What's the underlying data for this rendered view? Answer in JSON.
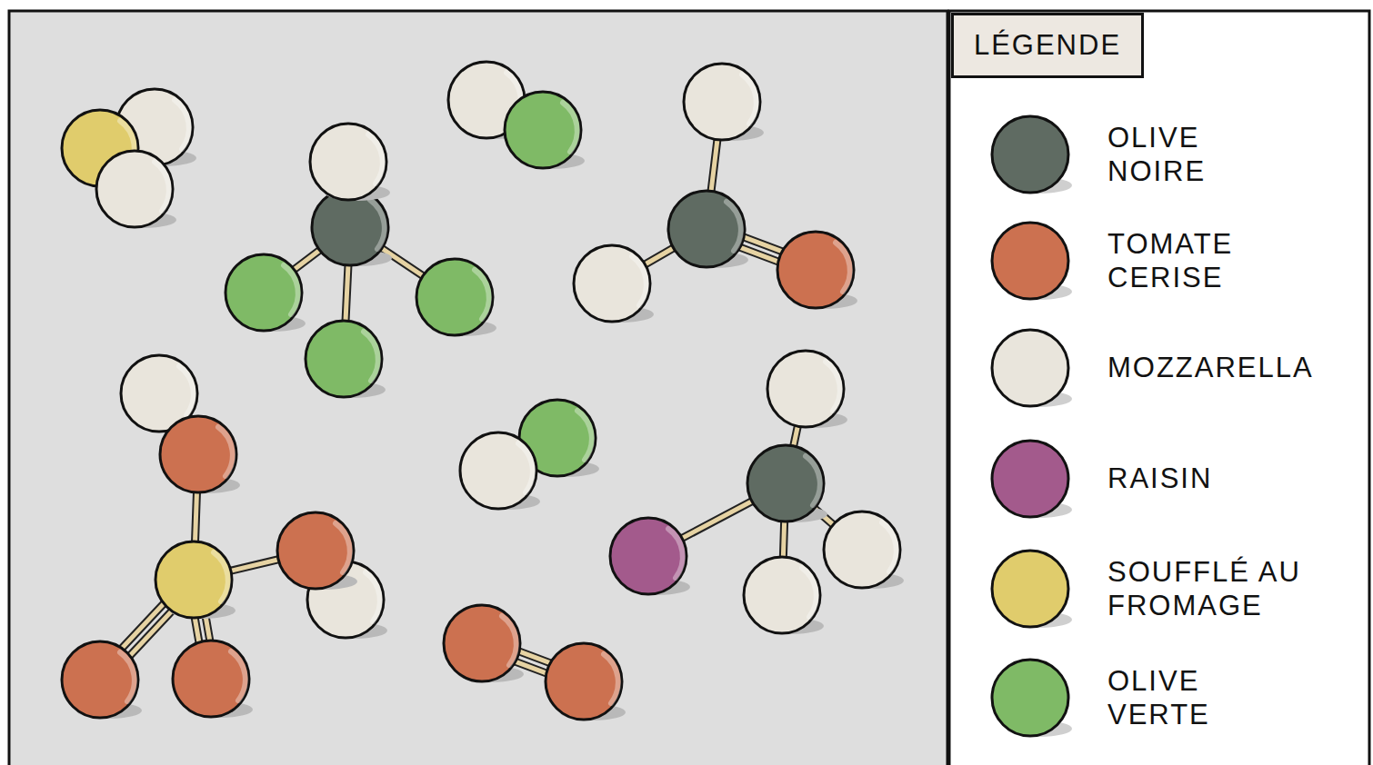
{
  "diagram": {
    "nodes": [
      {
        "text": [
          "LÉGENDE"
        ]
      }
    ],
    "legend": [
      {
        "text": "OLIVE NOIRE",
        "color": "#5f6b62"
      },
      {
        "text": "TOMATE CERISE",
        "color": "#cc7150"
      },
      {
        "text": "MOZZARELLA",
        "color": "#e9e5dc"
      },
      {
        "text": "RAISIN",
        "color": "#a35a8c"
      },
      {
        "text": "SOUFFLÉ AU FROMAGE",
        "color": "#e0cc6c"
      },
      {
        "text": "OLIVE VERTE",
        "color": "#7fba66"
      }
    ]
  }
}
